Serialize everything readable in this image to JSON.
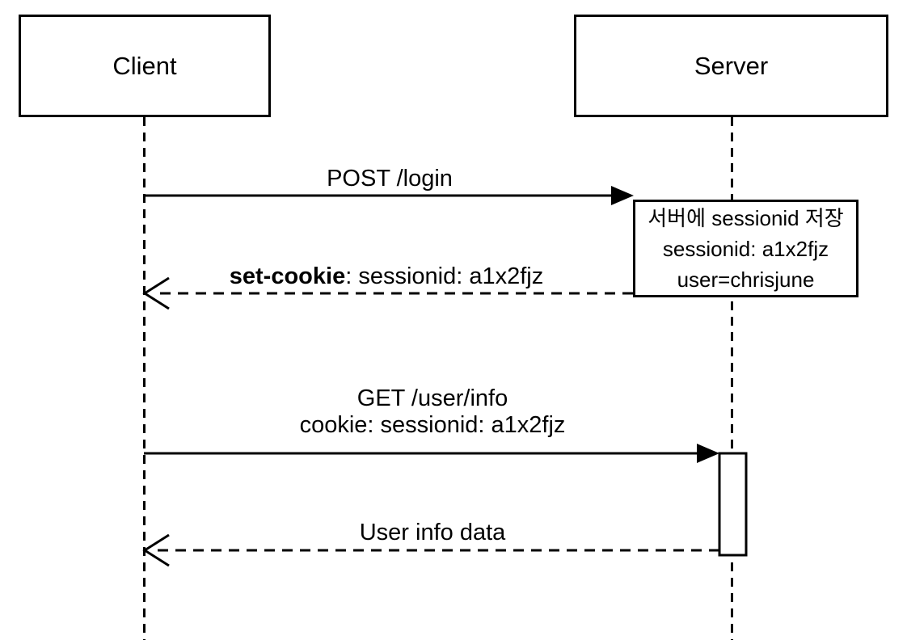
{
  "participants": [
    {
      "label": "Client"
    },
    {
      "label": "Server"
    }
  ],
  "messages": {
    "post_login": {
      "label": "POST /login"
    },
    "set_cookie": {
      "bold": "set-cookie",
      "rest": ": sessionid: a1x2fjz"
    },
    "get_user_info": {
      "line1": "GET /user/info",
      "line2": "cookie: sessionid: a1x2fjz"
    },
    "user_info_data": {
      "label": "User info data"
    }
  },
  "note": {
    "line1": "서버에 sessionid 저장",
    "line2": "sessionid: a1x2fjz",
    "line3": "user=chrisjune"
  },
  "colors": {
    "line": "#000000",
    "background": "#ffffff",
    "box_fill": "#ffffff"
  }
}
